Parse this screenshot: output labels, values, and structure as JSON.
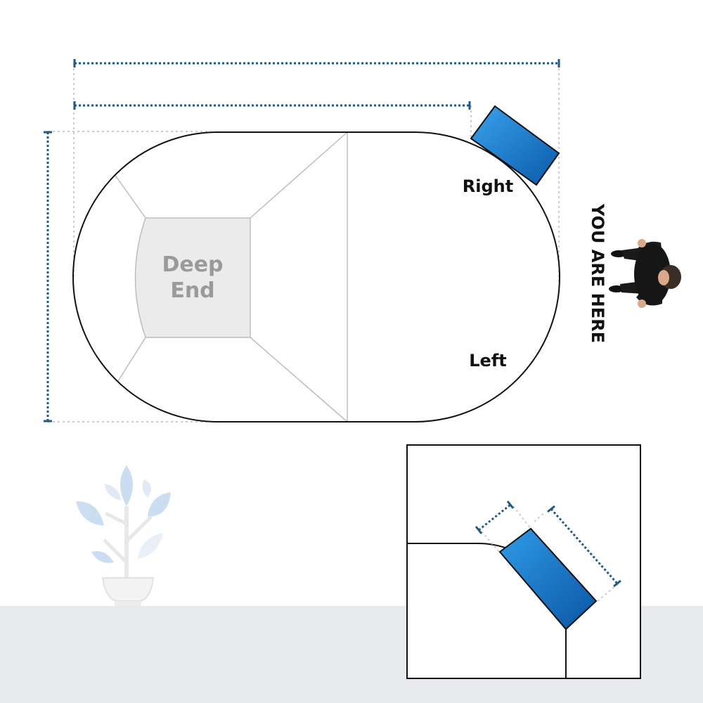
{
  "labels": {
    "deep_end_line1": "Deep",
    "deep_end_line2": "End",
    "right": "Right",
    "left": "Left",
    "you_are_here": "YOU ARE HERE"
  },
  "colors": {
    "dimension": "#1f5a85",
    "guide": "#c8c8c8",
    "outline": "#111111",
    "deep_end_fill": "#ebebeb",
    "deep_end_text": "#9a9a9a",
    "step_blue_light": "#2b95e6",
    "step_blue_dark": "#0a5fae",
    "floor": "#e8e9ec",
    "plant": "#c6daf0"
  },
  "icons": {
    "person": "person-top-view-icon",
    "plant": "potted-plant-icon"
  }
}
